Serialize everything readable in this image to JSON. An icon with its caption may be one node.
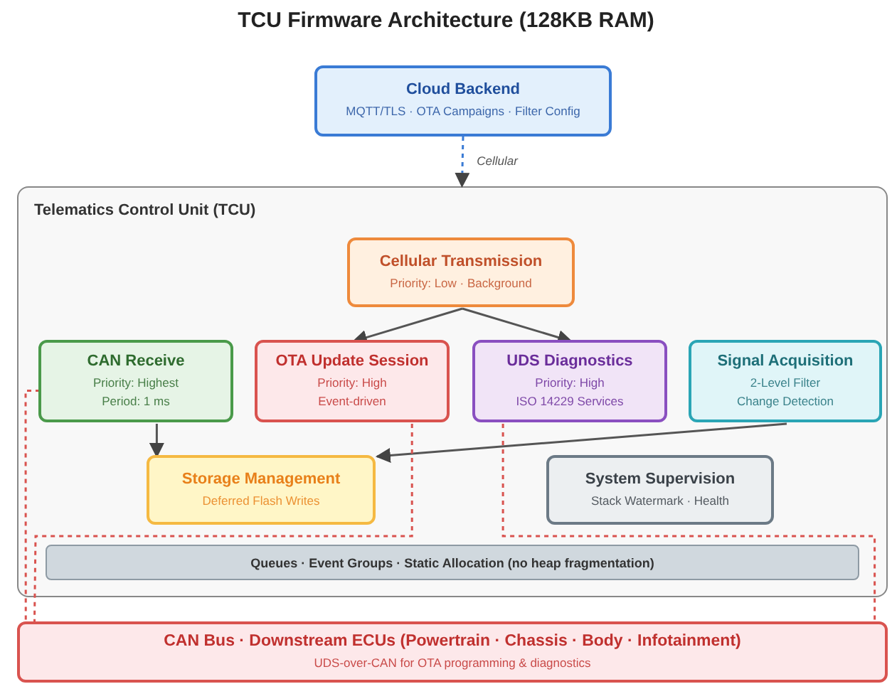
{
  "diagram": {
    "title": "TCU Firmware Architecture (128KB RAM)",
    "nodes": [
      {
        "text": [
          "Cloud Backend",
          "MQTT/TLS · OTA Campaigns · Filter Config"
        ]
      },
      {
        "text": [
          "Telematics Control Unit (TCU)"
        ]
      },
      {
        "text": [
          "Cellular Transmission",
          "Priority: Low · Background"
        ],
        "in": 1
      },
      {
        "text": [
          "CAN Receive",
          "Priority: Highest",
          "Period: 1 ms"
        ],
        "in": 1
      },
      {
        "text": [
          "OTA Update Session",
          "Priority: High",
          "Event-driven"
        ],
        "in": 1
      },
      {
        "text": [
          "UDS Diagnostics",
          "Priority: High",
          "ISO 14229 Services"
        ],
        "in": 1
      },
      {
        "text": [
          "Signal Acquisition",
          "2-Level Filter",
          "Change Detection"
        ],
        "in": 1
      },
      {
        "text": [
          "Storage Management",
          "Deferred Flash Writes"
        ],
        "in": 1
      },
      {
        "text": [
          "System Supervision",
          "Stack Watermark · Health"
        ],
        "in": 1
      },
      {
        "text": [
          "Queues · Event Groups · Static Allocation (no heap fragmentation)"
        ],
        "in": 1
      },
      {
        "text": [
          "CAN Bus · Downstream ECUs (Powertrain · Chassis · Body · Infotainment)",
          "UDS-over-CAN for OTA programming & diagnostics"
        ]
      }
    ],
    "edges": [
      {
        "from": 0,
        "to": 1,
        "arrow": "to",
        "label": "Cellular",
        "style": "dashed",
        "color": "#3a7bd5"
      },
      {
        "from": 2,
        "to": 4,
        "arrow": "to"
      },
      {
        "from": 2,
        "to": 5,
        "arrow": "to"
      },
      {
        "from": 3,
        "to": 7,
        "arrow": "to"
      },
      {
        "from": 6,
        "to": 7,
        "arrow": "to"
      },
      {
        "from": 3,
        "to": 10,
        "arrow": "none",
        "style": "dashed",
        "color": "#d9534f"
      },
      {
        "from": 4,
        "to": 10,
        "arrow": "none",
        "style": "dashed",
        "color": "#d9534f"
      },
      {
        "from": 5,
        "to": 10,
        "arrow": "none",
        "style": "dashed",
        "color": "#d9534f"
      }
    ]
  }
}
